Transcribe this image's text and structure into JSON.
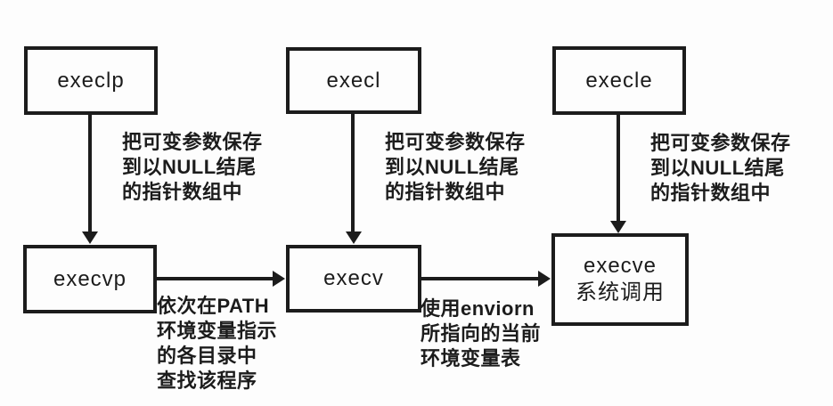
{
  "diagram": {
    "colors": {
      "stroke": "#1c1c1c",
      "background": "#fdfdfd"
    },
    "boxes": [
      {
        "label": "execlp"
      },
      {
        "label": "execl"
      },
      {
        "label": "execle"
      },
      {
        "label": "execvp"
      },
      {
        "label": "execv"
      },
      {
        "label": "execve",
        "sublabel": "系统调用"
      }
    ],
    "annotations": [
      {
        "lines": [
          "把可变参数保存",
          "到以NULL结尾",
          "的指针数组中"
        ]
      },
      {
        "lines": [
          "把可变参数保存",
          "到以NULL结尾",
          "的指针数组中"
        ]
      },
      {
        "lines": [
          "把可变参数保存",
          "到以NULL结尾",
          "的指针数组中"
        ]
      },
      {
        "lines": [
          "依次在PATH",
          "环境变量指示",
          "的各目录中",
          "查找该程序"
        ]
      },
      {
        "lines": [
          "使用enviorn",
          "所指向的当前",
          "环境变量表"
        ]
      }
    ]
  }
}
